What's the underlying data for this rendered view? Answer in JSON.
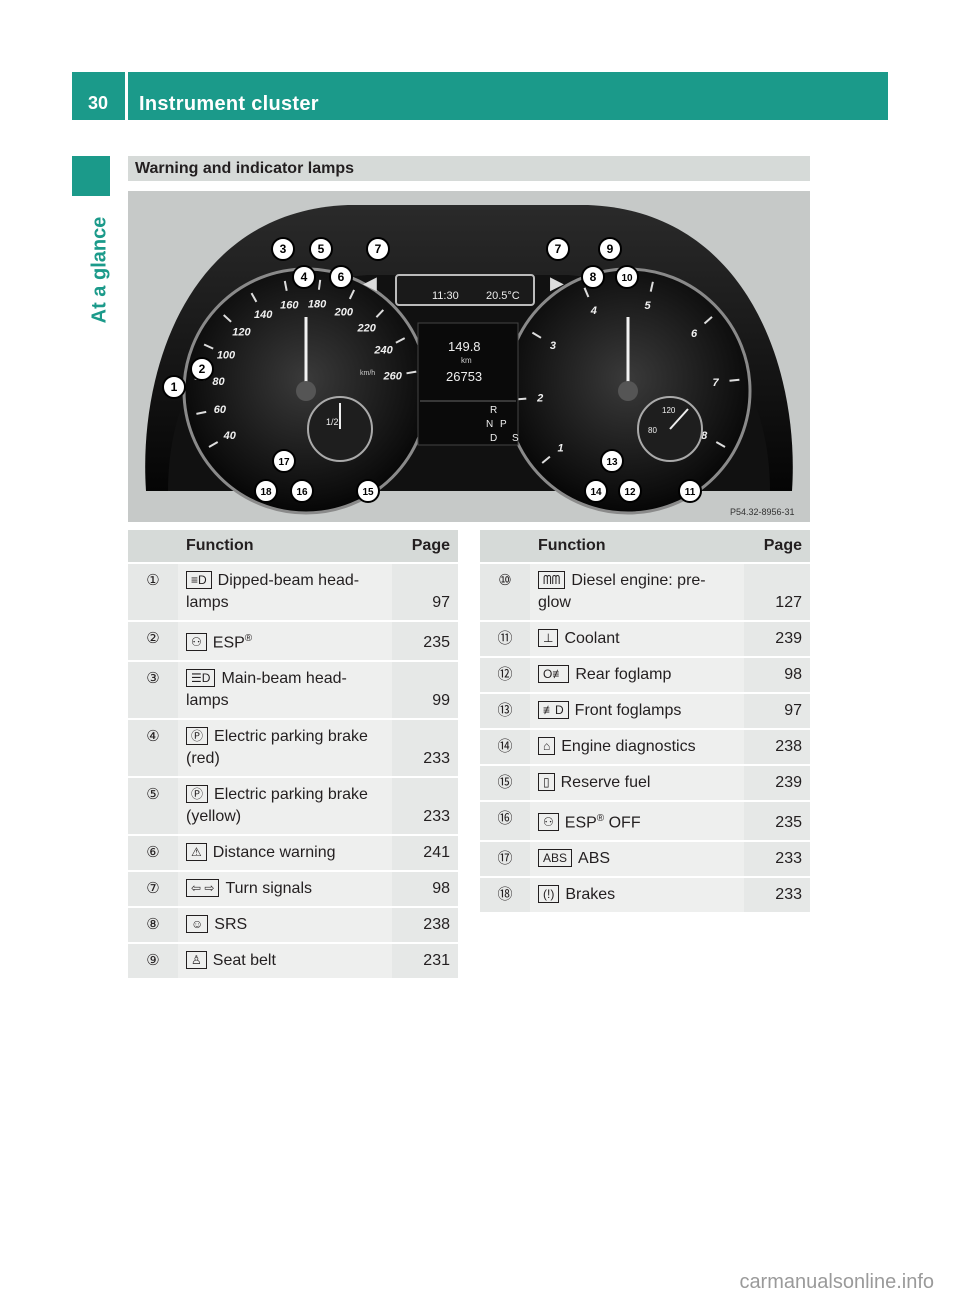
{
  "header": {
    "page_number": "30",
    "title": "Instrument cluster"
  },
  "side_label": "At a glance",
  "section_title": "Warning and indicator lamps",
  "cluster_image": {
    "ref_code": "P54.32-8956-31",
    "display_time": "11:30",
    "display_temp": "20.5°C",
    "display_trip": "149.8",
    "display_trip_unit": "km",
    "display_odometer": "26753",
    "speedo_ticks": [
      "40",
      "60",
      "80",
      "100",
      "120",
      "140",
      "160",
      "180",
      "200",
      "220",
      "240",
      "260"
    ],
    "speedo_unit": "km/h",
    "tacho_ticks": [
      "1",
      "2",
      "3",
      "4",
      "5",
      "6",
      "7",
      "8"
    ],
    "gauge_small_left": "1/2",
    "gauge_small_right": "120",
    "gauge_small_right_min": "80",
    "gear_labels": [
      "R",
      "N",
      "P",
      "D",
      "S"
    ],
    "callouts": [
      "1",
      "2",
      "3",
      "4",
      "5",
      "6",
      "7",
      "7",
      "8",
      "9",
      "10",
      "11",
      "12",
      "13",
      "14",
      "15",
      "16",
      "17",
      "18"
    ]
  },
  "table_left": {
    "col_function": "Function",
    "col_page": "Page",
    "rows": [
      {
        "num": "①",
        "icon": "≡D",
        "icon_name": "dipped-beam-icon",
        "text": "Dipped-beam head-lamps",
        "page": "97"
      },
      {
        "num": "②",
        "icon": "⚇",
        "icon_name": "esp-icon",
        "text": "ESP",
        "sup": "®",
        "page": "235"
      },
      {
        "num": "③",
        "icon": "☰D",
        "icon_name": "main-beam-icon",
        "text": "Main-beam head-lamps",
        "page": "99"
      },
      {
        "num": "④",
        "icon": "Ⓟ",
        "icon_name": "parking-brake-icon",
        "text": "Electric parking brake (red)",
        "page": "233"
      },
      {
        "num": "⑤",
        "icon": "Ⓟ",
        "icon_name": "parking-brake-icon",
        "text": "Electric parking brake (yellow)",
        "page": "233"
      },
      {
        "num": "⑥",
        "icon": "⚠",
        "icon_name": "distance-warning-icon",
        "text": "Distance warning",
        "page": "241"
      },
      {
        "num": "⑦",
        "icon": "⇦ ⇨",
        "icon_name": "turn-signal-icon",
        "text": "Turn signals",
        "page": "98"
      },
      {
        "num": "⑧",
        "icon": "☺",
        "icon_name": "srs-icon",
        "text": "SRS",
        "page": "238"
      },
      {
        "num": "⑨",
        "icon": "♙",
        "icon_name": "seat-belt-icon",
        "text": "Seat belt",
        "page": "231"
      }
    ]
  },
  "table_right": {
    "col_function": "Function",
    "col_page": "Page",
    "rows": [
      {
        "num": "⑩",
        "icon": "ᗰᗰ",
        "icon_name": "glow-plug-icon",
        "text": "Diesel engine: pre-glow",
        "page": "127"
      },
      {
        "num": "⑪",
        "icon": "⊥",
        "icon_name": "coolant-icon",
        "text": "Coolant",
        "page": "239"
      },
      {
        "num": "⑫",
        "icon": "O≢",
        "icon_name": "rear-foglamp-icon",
        "text": "Rear foglamp",
        "page": "98"
      },
      {
        "num": "⑬",
        "icon": "≢D",
        "icon_name": "front-foglamp-icon",
        "text": "Front foglamps",
        "page": "97"
      },
      {
        "num": "⑭",
        "icon": "⌂",
        "icon_name": "engine-diagnostics-icon",
        "text": "Engine diagnostics",
        "page": "238"
      },
      {
        "num": "⑮",
        "icon": "▯",
        "icon_name": "reserve-fuel-icon",
        "text": "Reserve fuel",
        "page": "239"
      },
      {
        "num": "⑯",
        "icon": "⚇",
        "icon_name": "esp-off-icon",
        "text": "ESP",
        "sup": "®",
        "suffix": " OFF",
        "page": "235"
      },
      {
        "num": "⑰",
        "icon": "ABS",
        "icon_name": "abs-icon",
        "text": "ABS",
        "page": "233"
      },
      {
        "num": "⑱",
        "icon": "(!)",
        "icon_name": "brake-icon",
        "text": "Brakes",
        "page": "233"
      }
    ]
  },
  "watermark": "carmanualsonline.info"
}
